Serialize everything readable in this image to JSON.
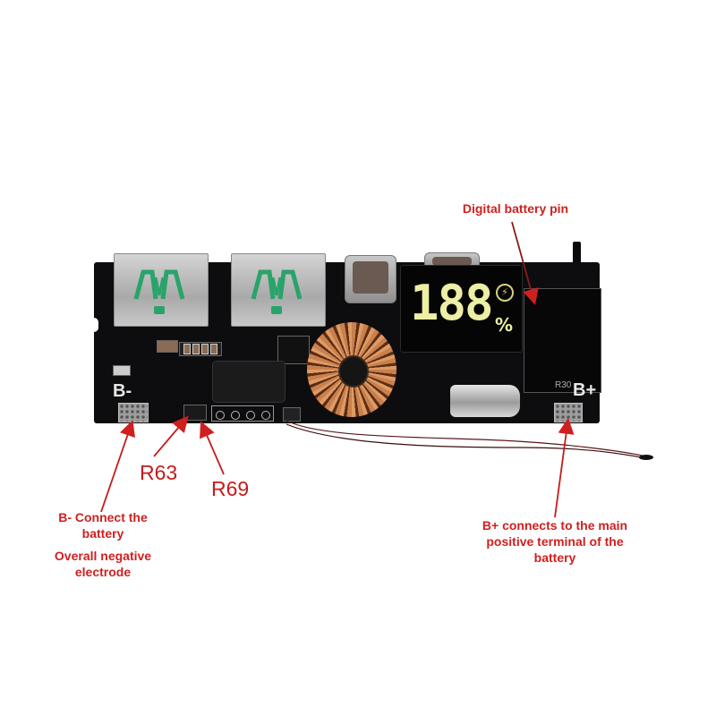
{
  "board": {
    "display": {
      "digits": "188",
      "unit": "%",
      "icon": "charging-bolt-icon"
    },
    "silkscreen": {
      "b_minus": "B-",
      "b_plus": "B+",
      "r30": "R30"
    }
  },
  "annotations": {
    "digital_pin": "Digital battery pin",
    "r63": "R63",
    "r69": "R69",
    "b_minus_line1": "B- Connect the",
    "b_minus_line2": "battery",
    "b_minus_line3": "Overall negative",
    "b_minus_line4": "electrode",
    "b_plus_line1": "B+ connects to the main",
    "b_plus_line2": "positive terminal of the",
    "b_plus_line3": "battery"
  },
  "colors": {
    "annotation_red": "#d01f1f",
    "pcb_black": "#0d0d0f",
    "display_digits": "#ecefa4",
    "coil_copper": "#c9804c"
  }
}
